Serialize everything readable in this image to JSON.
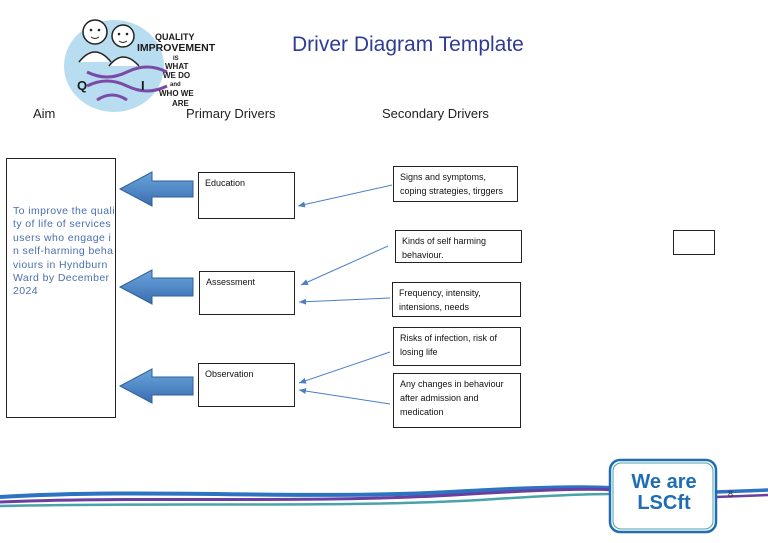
{
  "slide": {
    "title": "Driver Diagram Template",
    "page_number": "8"
  },
  "columns": {
    "aim": "Aim",
    "primary": "Primary Drivers",
    "secondary": "Secondary Drivers"
  },
  "aim_text": "To improve the quality of life of services users who engage in self-harming behaviours in Hyndburn Ward by December 2024",
  "primary_drivers": [
    "Education",
    "Assessment",
    "Observation"
  ],
  "secondary_drivers": [
    "Signs and symptoms, coping strategies, tirggers",
    "Kinds of self harming behaviour.",
    "Frequency, intensity, intensions, needs",
    "Risks of infection, risk of losing life",
    "Any changes in behaviour after admission and medication"
  ],
  "logo": {
    "lines": [
      "QUALITY",
      "IMPROVEMENT",
      "IS",
      "WHAT",
      "WE DO",
      "and",
      "WHO WE",
      "ARE"
    ],
    "letters": [
      "Q",
      "I"
    ]
  },
  "brand": {
    "line1": "We are",
    "line2": "LSCft"
  },
  "colors": {
    "title": "#2f3b96",
    "aim_text": "#4a6fb0",
    "arrow_fill": "#5b9bd5",
    "arrow_dark": "#3a6db0",
    "connector": "#4a7fc4",
    "brand": "#1f6db5",
    "wave_blue": "#2c73c2",
    "wave_purple": "#6b3fa0",
    "wave_teal": "#49a3a8"
  }
}
